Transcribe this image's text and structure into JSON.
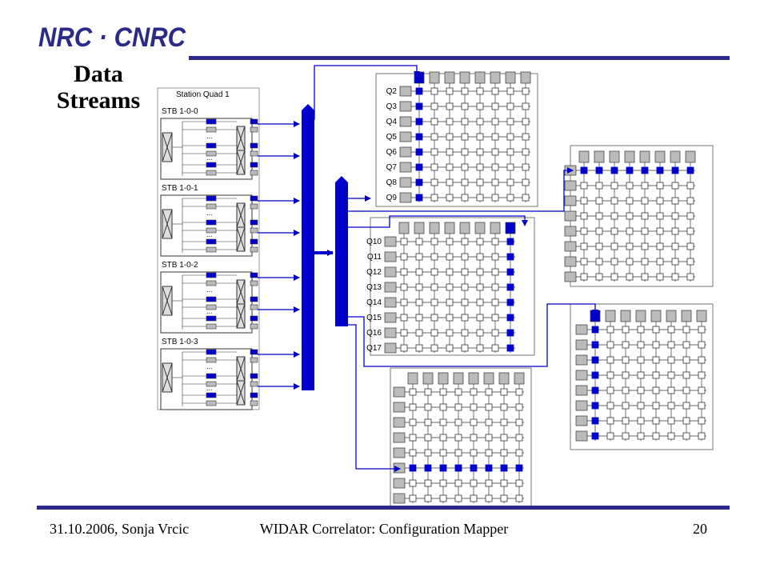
{
  "logo": {
    "text": "NRC · CNRC",
    "color": "#2b2a88"
  },
  "title_line1": "Data",
  "title_line2": "Streams",
  "diagram": {
    "station_label": "Station Quad 1",
    "stb_labels": [
      "STB 1-0-0",
      "STB 1-0-1",
      "STB 1-0-2",
      "STB 1-0-3"
    ],
    "matrix1_rows": [
      "Q2",
      "Q3",
      "Q4",
      "Q5",
      "Q6",
      "Q7",
      "Q8",
      "Q9"
    ],
    "matrix2_rows": [
      "Q10",
      "Q11",
      "Q12",
      "Q13",
      "Q14",
      "Q15",
      "Q16",
      "Q17"
    ],
    "ellipsis": "...",
    "colors": {
      "blue": "#0000cc",
      "gray": "#bbbbbb",
      "line": "#333333"
    }
  },
  "footer": {
    "left": "31.10.2006, Sonja Vrcic",
    "center": "WIDAR Correlator: Configuration Mapper",
    "right": "20"
  }
}
